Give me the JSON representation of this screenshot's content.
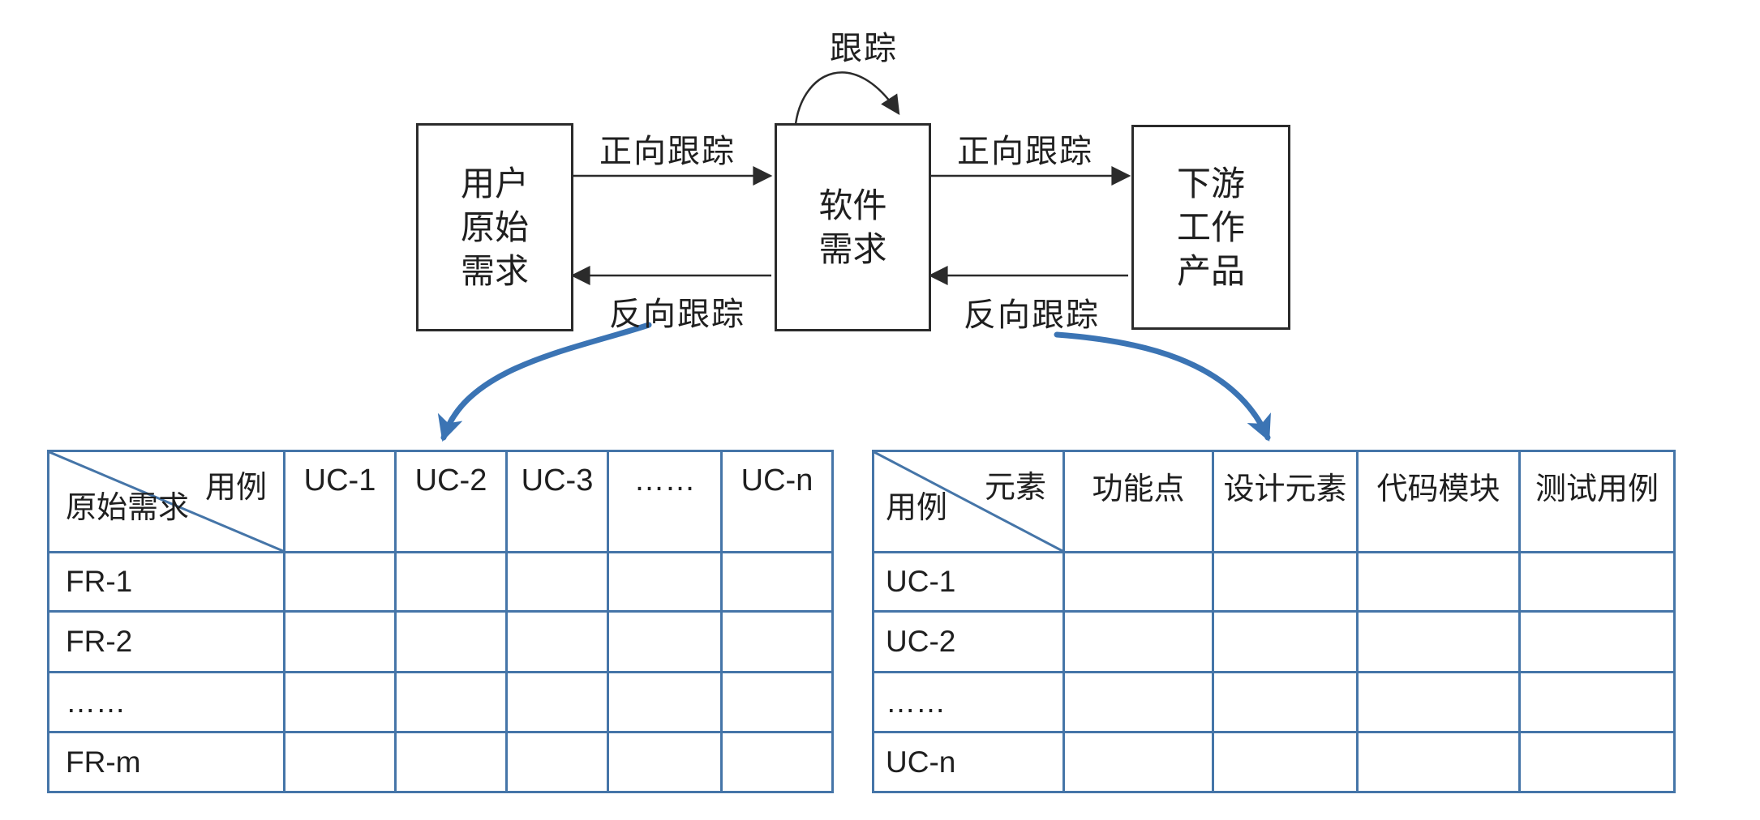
{
  "colors": {
    "diagram_line": "#2b2b2b",
    "text_color": "#1f1f1f",
    "table_border": "#4575a8",
    "arrow_blue": "#3b74b4",
    "bg": "#ffffff"
  },
  "diagram": {
    "self_loop_label": "跟踪",
    "boxes": {
      "user_original": {
        "line1": "用户",
        "line2": "原始",
        "line3": "需求"
      },
      "software": {
        "line1": "软件",
        "line2": "需求"
      },
      "downstream": {
        "line1": "下游",
        "line2": "工作",
        "line3": "产品"
      }
    },
    "edge_labels": {
      "forward_1": "正向跟踪",
      "backward_1": "反向跟踪",
      "forward_2": "正向跟踪",
      "backward_2": "反向跟踪"
    }
  },
  "left_table": {
    "corner": {
      "top_right": "用例",
      "bottom_left": "原始需求"
    },
    "columns": [
      "UC-1",
      "UC-2",
      "UC-3",
      "……",
      "UC-n"
    ],
    "rows": [
      "FR-1",
      "FR-2",
      "……",
      "FR-m"
    ]
  },
  "right_table": {
    "corner": {
      "top_right": "元素",
      "bottom_left": "用例"
    },
    "columns": [
      "功能点",
      "设计元素",
      "代码模块",
      "测试用例"
    ],
    "rows": [
      "UC-1",
      "UC-2",
      "……",
      "UC-n"
    ]
  }
}
